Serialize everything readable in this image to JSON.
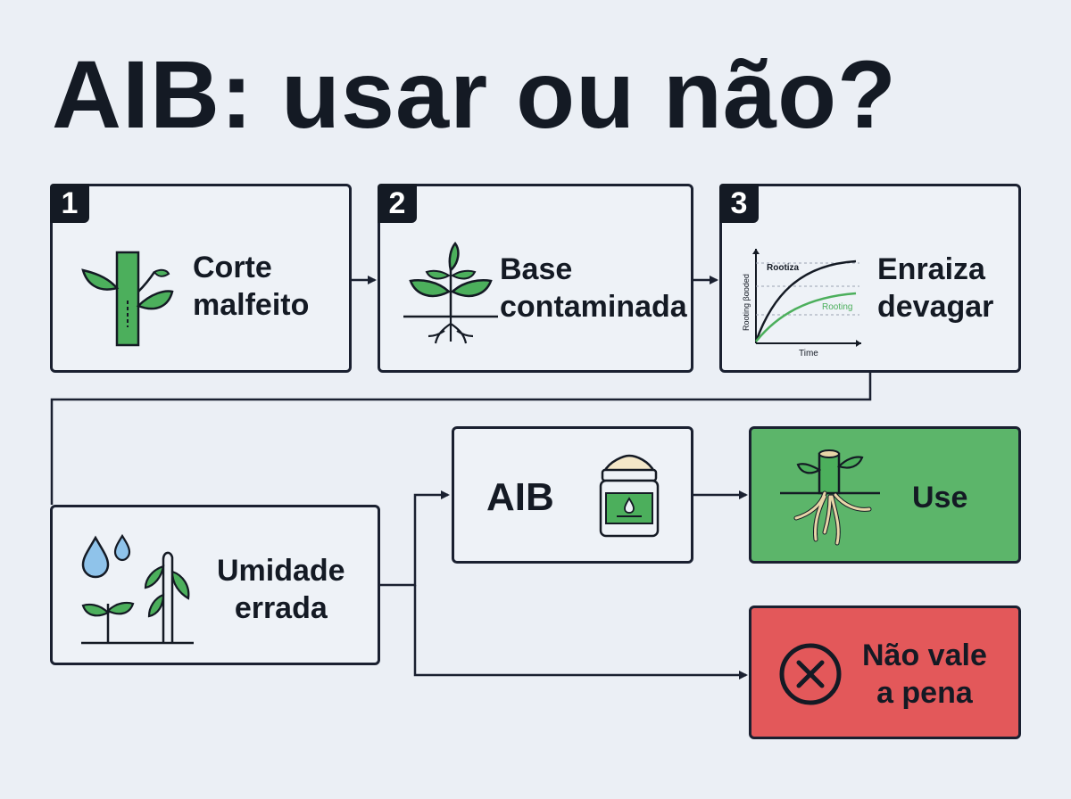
{
  "title": "AIB: usar ou não?",
  "steps": [
    {
      "number": "1",
      "line1": "Corte",
      "line2": "malfeito"
    },
    {
      "number": "2",
      "line1": "Base",
      "line2": "contaminada"
    },
    {
      "number": "3",
      "line1": "Enraiza",
      "line2": "devagar"
    }
  ],
  "mini_chart": {
    "ylabel": "Rooting βαoded",
    "xlabel": "Time",
    "series": [
      "Rootiza",
      "Rooting"
    ]
  },
  "humidity": {
    "line1": "Umidade",
    "line2": "errada"
  },
  "aib": {
    "label": "AIB"
  },
  "use": {
    "label": "Use"
  },
  "not_worth": {
    "line1": "Não vale",
    "line2": "a pena"
  },
  "colors": {
    "green": "#5cb56a",
    "red": "#e3585a",
    "dark": "#141a24",
    "background": "#ebeff5",
    "leaf": "#4caf5c"
  },
  "icons": [
    "cutting-icon",
    "plant-roots-icon",
    "rooting-chart-icon",
    "water-drops-plants-icon",
    "rooting-powder-jar-icon",
    "rooted-cutting-icon",
    "x-circle-icon"
  ]
}
